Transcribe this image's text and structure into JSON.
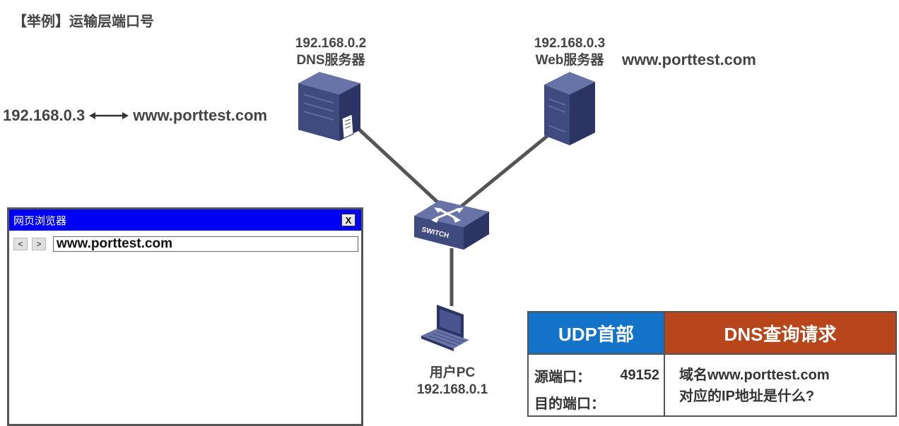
{
  "title": "【举例】运输层端口号",
  "dns_server": {
    "ip": "192.168.0.2",
    "name": "DNS服务器"
  },
  "web_server": {
    "ip": "192.168.0.3",
    "name": "Web服务器",
    "domain": "www.porttest.com"
  },
  "dns_mapping": {
    "ip": "192.168.0.3",
    "domain": "www.porttest.com"
  },
  "switch": {
    "label": "SWITCH"
  },
  "user_pc": {
    "name": "用户PC",
    "ip": "192.168.0.1"
  },
  "browser": {
    "title": "网页浏览器",
    "close_label": "X",
    "back_label": "<",
    "forward_label": ">",
    "url": "www.porttest.com"
  },
  "packet": {
    "udp_header": "UDP首部",
    "dns_header": "DNS查询请求",
    "src_port_label": "源端口：",
    "src_port_value": "49152",
    "dst_port_label": "目的端口：",
    "dst_port_value": "",
    "query_line1": "域名www.porttest.com",
    "query_line2": "对应的IP地址是什么?"
  },
  "colors": {
    "udp_blue": "#1373c8",
    "dns_orange": "#b8461a",
    "browser_titlebar": "#0000f5",
    "device_navy": "#3f4a7e"
  }
}
